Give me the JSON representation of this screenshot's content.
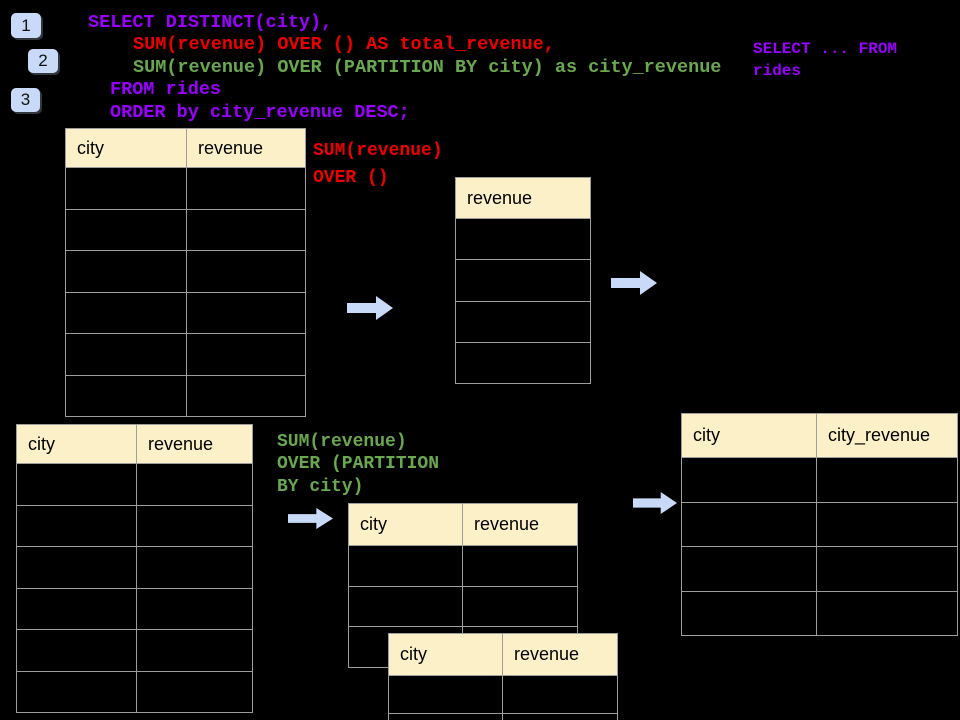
{
  "palette": {
    "background": "#000000",
    "sql_purple": "#9900ff",
    "sql_red": "#ee0000",
    "sql_green": "#6aa84f",
    "table_header_fill": "#fcf0c8",
    "table_border": "#9e9e9e",
    "accent_blue": "#c9daf8"
  },
  "badges": [
    {
      "label": "1"
    },
    {
      "label": "2"
    },
    {
      "label": "3"
    }
  ],
  "code_main": {
    "lines": [
      {
        "text": "SELECT DISTINCT(city),",
        "color": "sql_purple",
        "indent": 0
      },
      {
        "text": "SUM(revenue) OVER () AS total_revenue,",
        "color": "sql_red",
        "indent": 45
      },
      {
        "text": "SUM(revenue) OVER (PARTITION BY city) as city_revenue",
        "color": "sql_green",
        "indent": 45
      },
      {
        "text": "FROM rides",
        "color": "sql_purple",
        "indent": 22
      },
      {
        "text": "ORDER by city_revenue DESC;",
        "color": "sql_purple",
        "indent": 22
      }
    ]
  },
  "code_from_note": {
    "lines": [
      {
        "text": "SELECT ... FROM",
        "color": "sql_purple",
        "indent": 0
      },
      {
        "text": "rides",
        "color": "sql_purple",
        "indent": 0
      }
    ]
  },
  "annotation_total": {
    "lines": [
      {
        "text": "SUM(revenue)",
        "color": "sql_red",
        "indent": 0
      },
      {
        "text": "OVER ()",
        "color": "sql_red",
        "indent": 0
      }
    ]
  },
  "annotation_partition": {
    "lines": [
      {
        "text": "SUM(revenue)",
        "color": "sql_green",
        "indent": 0
      },
      {
        "text": "OVER (PARTITION",
        "color": "sql_green",
        "indent": 0
      },
      {
        "text": "BY city)",
        "color": "sql_green",
        "indent": 0
      }
    ]
  },
  "tables": {
    "source_top": {
      "headers": [
        "city",
        "revenue"
      ]
    },
    "total_result": {
      "headers": [
        "revenue"
      ]
    },
    "source_bottom": {
      "headers": [
        "city",
        "revenue"
      ]
    },
    "partition_step": {
      "headers": [
        "city",
        "revenue"
      ]
    },
    "partition_overlay": {
      "headers": [
        "city",
        "revenue"
      ]
    },
    "city_revenue_result": {
      "headers": [
        "city",
        "city_revenue"
      ]
    }
  }
}
